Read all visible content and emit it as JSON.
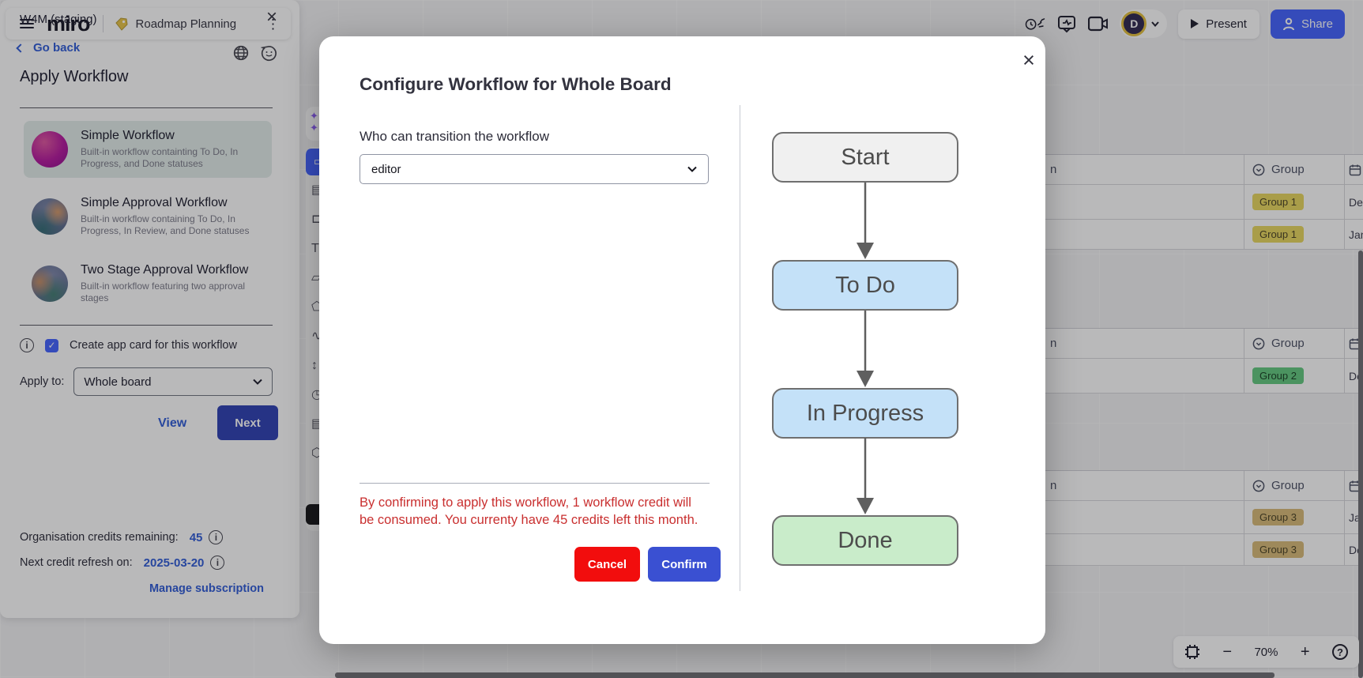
{
  "header": {
    "logo": "miro",
    "board_title": "Roadmap Planning",
    "present_label": "Present",
    "share_label": "Share",
    "avatar_initial": "D"
  },
  "sidebar": {
    "panel_title": "W4M (staging)",
    "go_back_label": "Go back",
    "heading": "Apply Workflow",
    "items": [
      {
        "title": "Simple Workflow",
        "desc": "Built-in workflow containting To Do, In Progress, and Done statuses"
      },
      {
        "title": "Simple Approval Workflow",
        "desc": "Built-in workflow containing To Do, In Progress, In Review, and Done statuses"
      },
      {
        "title": "Two Stage Approval Workflow",
        "desc": "Built-in workflow featuring two approval stages"
      }
    ],
    "create_app_card_label": "Create app card for this workflow",
    "apply_to_label": "Apply to:",
    "apply_to_value": "Whole board",
    "view_label": "View",
    "next_label": "Next",
    "credits_label": "Organisation credits remaining:",
    "credits_value": "45",
    "refresh_label": "Next credit refresh on:",
    "refresh_value": "2025-03-20",
    "manage_label": "Manage subscription"
  },
  "modal": {
    "title": "Configure Workflow for Whole Board",
    "transition_label": "Who can transition the workflow",
    "transition_value": "editor",
    "warning_line1": "By confirming to apply this workflow, 1 workflow credit will",
    "warning_line2": "be consumed. You currenty have 45 credits left this month.",
    "cancel_label": "Cancel",
    "confirm_label": "Confirm",
    "diagram": {
      "nodes": [
        {
          "label": "Start",
          "fill": "#f0f0f0"
        },
        {
          "label": "To Do",
          "fill": "#c4e1f8"
        },
        {
          "label": "In Progress",
          "fill": "#c4e1f8"
        },
        {
          "label": "Done",
          "fill": "#c9ecca"
        }
      ]
    }
  },
  "board": {
    "zoom_level": "70%",
    "table": {
      "sections": [
        {
          "header": "Group",
          "rows": [
            {
              "badge": "Group 1",
              "badge_color": "#e8d75e",
              "date": "De"
            },
            {
              "badge": "Group 1",
              "badge_color": "#e8d75e",
              "date": "Jan"
            }
          ]
        },
        {
          "header": "Group",
          "rows": [
            {
              "badge": "Group 2",
              "badge_color": "#62c97e",
              "date": "De"
            }
          ]
        },
        {
          "header": "Group",
          "rows": [
            {
              "badge": "Group 3",
              "badge_color": "#d9ba77",
              "date": "Jan"
            },
            {
              "badge": "Group 3",
              "badge_color": "#d9ba77",
              "date": "De"
            }
          ]
        }
      ]
    }
  },
  "colors": {
    "accent_blue": "#4262ff",
    "cancel_red": "#f20d0d",
    "confirm_blue": "#3a50d2",
    "warning_red": "#c92f2f",
    "avatar_ring": "#e3bf3c"
  }
}
